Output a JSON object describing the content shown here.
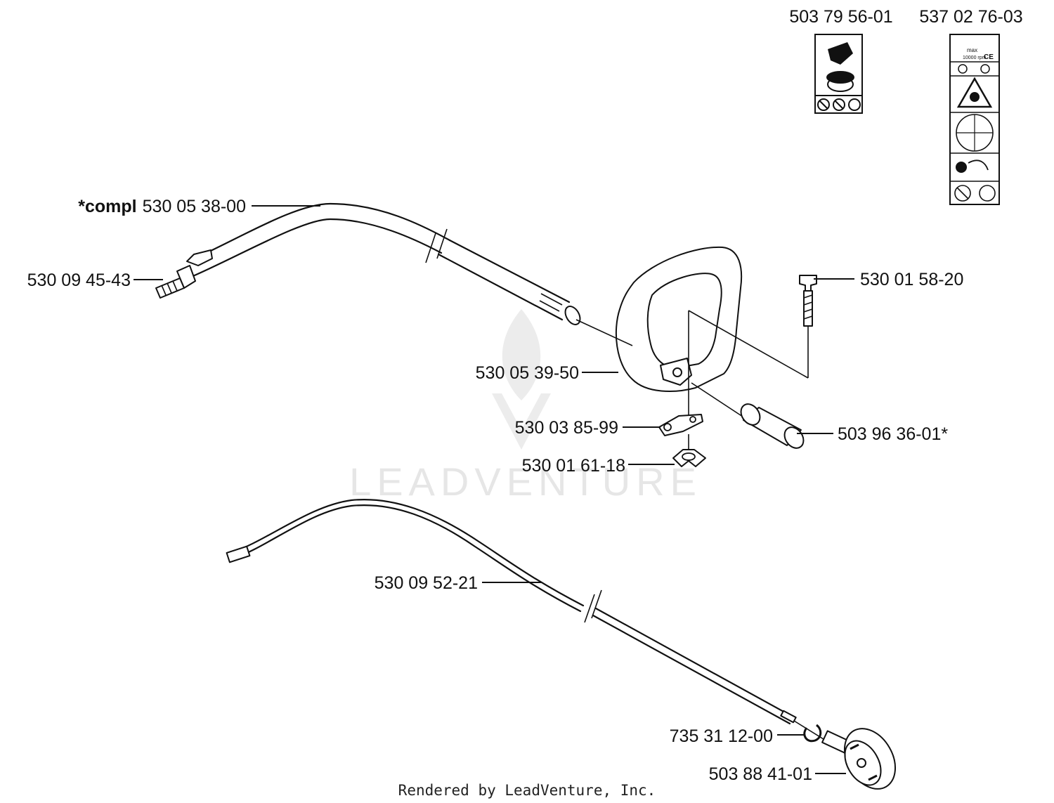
{
  "labels": {
    "decal_1": "503 79 56-01",
    "decal_2": "537 02 76-03",
    "shaft_complete_prefix": "*compl",
    "shaft_complete": "530 05 38-00",
    "fitting": "530 09 45-43",
    "screw": "530 01 58-20",
    "handle": "530 05 39-50",
    "bracket": "530 03 85-99",
    "sleeve": "503 96 36-01*",
    "wing_nut": "530 01 61-18",
    "drive_shaft": "530 09 52-21",
    "clip": "735 31 12-00",
    "drive_disc": "503 88 41-01"
  },
  "decal_text": {
    "max_rpm": "max",
    "rpm_value": "10000 rpm",
    "ce_mark": "CE"
  },
  "watermark": "LEADVENTURE",
  "footer": "Rendered by LeadVenture, Inc.",
  "icons": [
    "flame-logo-watermark",
    "warning-triangle-icon",
    "no-entry-icon"
  ],
  "colors": {
    "line": "#111111",
    "watermark": "#e6e6e6",
    "background": "#ffffff"
  }
}
